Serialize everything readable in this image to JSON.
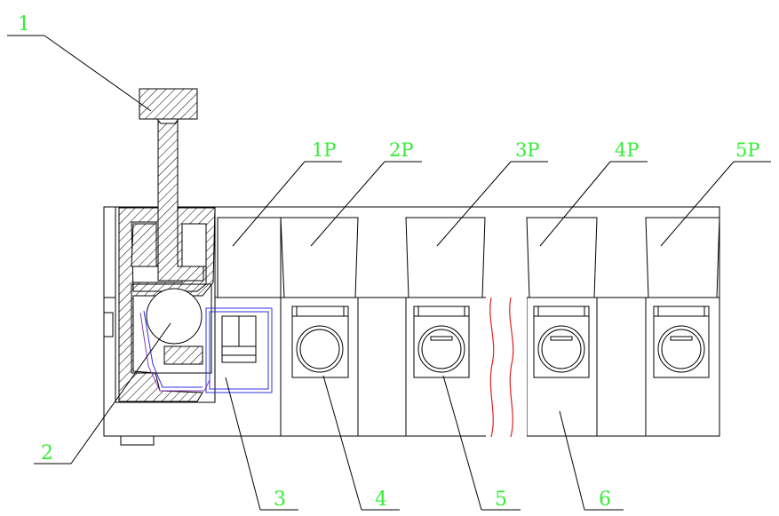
{
  "callouts": [
    "1",
    "2",
    "3",
    "4",
    "5",
    "6"
  ],
  "poles": [
    "1P",
    "2P",
    "3P",
    "4P",
    "5P"
  ],
  "colors": {
    "label": "#33ee33",
    "line": "#000000",
    "wire_blue": "#3030e0",
    "break_red": "#e02020"
  }
}
